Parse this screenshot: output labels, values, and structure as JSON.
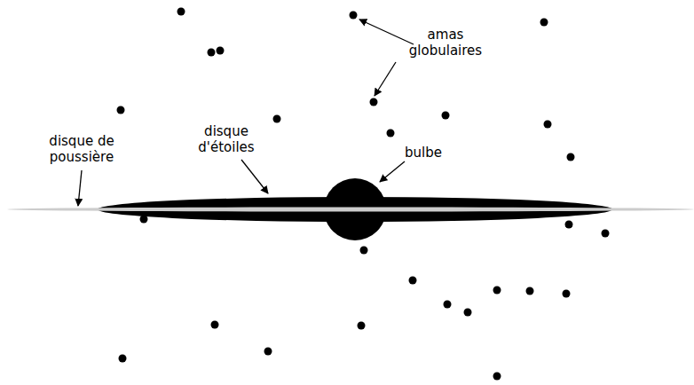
{
  "diagram": {
    "labels": [
      "amas globulaires",
      "disque de poussière",
      "disque d'étoiles",
      "bulbe"
    ]
  }
}
